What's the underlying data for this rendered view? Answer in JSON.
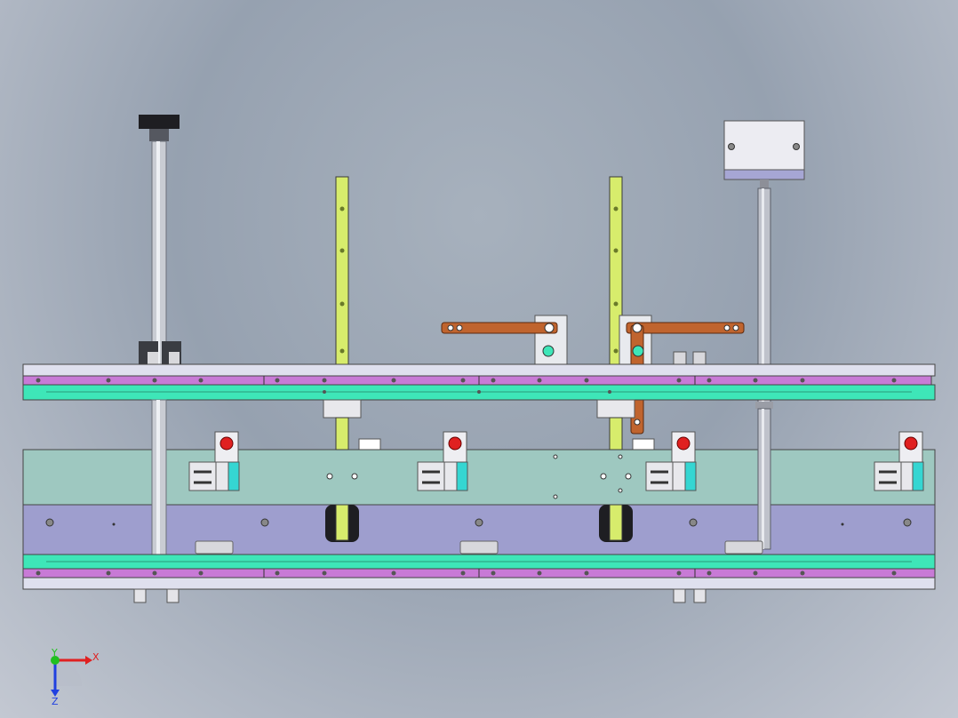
{
  "viewport": {
    "background_colors": [
      "#a7b1bd",
      "#96a1b0",
      "#c3c8d2"
    ]
  },
  "model": {
    "colors": {
      "teal_strip": "#3ee6b8",
      "magenta_strip": "#c87ad6",
      "light_plate": "#dfe0ee",
      "green_panel": "#9ec8c0",
      "purple_panel": "#9e9ece",
      "rail_green": "#d7ec6c",
      "copper_link": "#c0642e",
      "steel": "#c9ccd3",
      "dark_part": "#1e1e22",
      "red_button": "#e02020",
      "cyan_block": "#35d6d2"
    },
    "icons": [
      "rod-knob-icon",
      "red-indicator-icon",
      "clamp-icon",
      "motor-box-icon"
    ]
  },
  "triad": {
    "x_label": "X",
    "y_label": "Y",
    "z_label": "Z",
    "x_color": "#e02020",
    "y_color": "#20c020",
    "z_color": "#2040e0"
  }
}
